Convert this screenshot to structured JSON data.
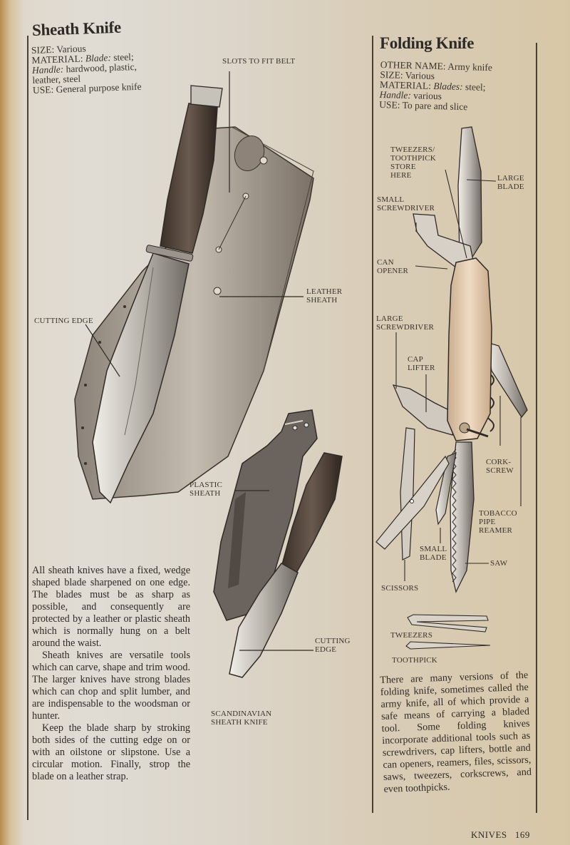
{
  "page": {
    "section": "KNIVES",
    "number": "169"
  },
  "sheath_knife": {
    "title": "Sheath Knife",
    "specs": {
      "size_label": "SIZE:",
      "size_value": "Various",
      "material_label": "MATERIAL:",
      "blade_label": "Blade:",
      "blade_value": "steel;",
      "handle_label": "Handle:",
      "handle_value": "hardwood, plastic,",
      "handle_value_2": "leather, steel",
      "use_label": "USE:",
      "use_value": "General purpose knife"
    },
    "labels": {
      "slots": "SLOTS TO FIT BELT",
      "leather_sheath_1": "LEATHER",
      "leather_sheath_2": "SHEATH",
      "cutting_edge": "CUTTING EDGE",
      "plastic_sheath_1": "PLASTIC",
      "plastic_sheath_2": "SHEATH",
      "scand_cutting_edge_1": "CUTTING",
      "scand_cutting_edge_2": "EDGE",
      "scandinavian_1": "SCANDINAVIAN",
      "scandinavian_2": "SHEATH KNIFE"
    },
    "paragraphs": [
      "All sheath knives have a fixed, wedge shaped blade sharpened on one edge. The blades must be as sharp as possible, and consequently are protected by a leather or plastic sheath which is normally hung on a belt around the waist.",
      "Sheath knives are versatile tools which can carve, shape and trim wood. The larger knives have strong blades which can chop and split lumber, and are indispensable to the woodsman or hunter.",
      "Keep the blade sharp by stroking both sides of the cutting edge on or with an oilstone or slipstone. Use a circular motion. Finally, strop the blade on a leather strap."
    ]
  },
  "folding_knife": {
    "title": "Folding Knife",
    "specs": {
      "other_name_label": "OTHER NAME:",
      "other_name_value": "Army knife",
      "size_label": "SIZE:",
      "size_value": "Various",
      "material_label": "MATERIAL:",
      "blades_label": "Blades:",
      "blades_value": "steel;",
      "handle_label": "Handle:",
      "handle_value": "various",
      "use_label": "USE:",
      "use_value": "To pare and slice"
    },
    "labels": {
      "tweezers_store_1": "TWEEZERS/",
      "tweezers_store_2": "TOOTHPICK",
      "tweezers_store_3": "STORE",
      "tweezers_store_4": "HERE",
      "large_blade_1": "LARGE",
      "large_blade_2": "BLADE",
      "small_screwdriver_1": "SMALL",
      "small_screwdriver_2": "SCREWDRIVER",
      "can_opener_1": "CAN",
      "can_opener_2": "OPENER",
      "large_screwdriver_1": "LARGE",
      "large_screwdriver_2": "SCREWDRIVER",
      "cap_lifter_1": "CAP",
      "cap_lifter_2": "LIFTER",
      "corkscrew_1": "CORK-",
      "corkscrew_2": "SCREW",
      "reamer_1": "TOBACCO",
      "reamer_2": "PIPE",
      "reamer_3": "REAMER",
      "small_blade_1": "SMALL",
      "small_blade_2": "BLADE",
      "saw": "SAW",
      "scissors": "SCISSORS",
      "tweezers": "TWEEZERS",
      "toothpick": "TOOTHPICK"
    },
    "paragraph": "There are many versions of the folding knife, sometimes called the army knife, all of which provide a safe means of carrying a bladed tool. Some folding knives incorporate additional tools such as screwdrivers, cap lifters, bottle and can openers, reamers, files, scissors, saws, tweezers, corkscrews, and even toothpicks."
  },
  "colors": {
    "ink": "#2f2a25",
    "paper": "#dcd6cb",
    "handle_wood": "#4a3d33",
    "sheath": "#9a8f82",
    "pocketknife_handle": "#e6cdb0",
    "steel": "#c9c6c0"
  }
}
